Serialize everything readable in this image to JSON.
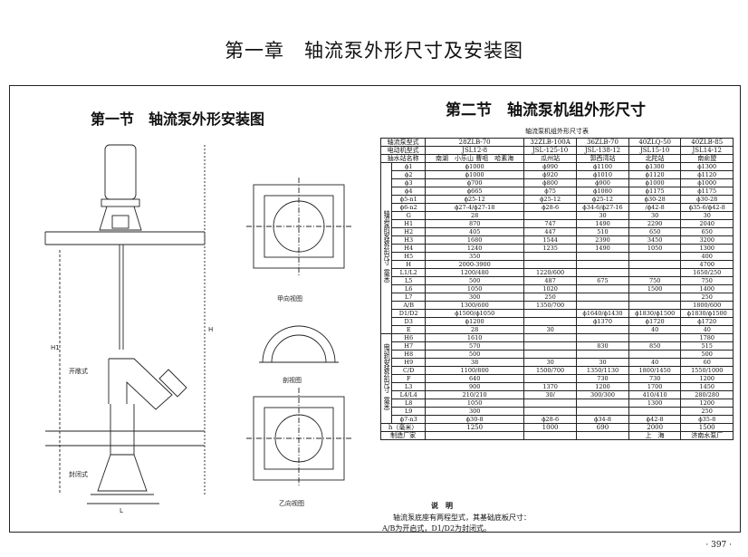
{
  "chapter_title": "第一章　轴流泵外形尺寸及安装图",
  "section1_title": "第一节　轴流泵外形安装图",
  "section2_title": "第二节　轴流泵机组外形尺寸",
  "drawing_labels": {
    "plan_view": "甲向视图",
    "section_view": "剖视图",
    "b_view": "乙向视图",
    "open_type": "开敞式",
    "closed_type": "封闭式",
    "dim_H": "H",
    "dim_H1": "H1",
    "dim_L": "L"
  },
  "table": {
    "caption": "轴流泵机组外形尺寸表",
    "rows_header": [
      [
        "轴流泵型式",
        "28ZLB-70",
        "32ZLB-100A",
        "36ZLB-70",
        "40ZLQ-50",
        "40ZLB-85"
      ],
      [
        "电动机型式",
        "JSL12-8",
        "JSL-125-10",
        "JSL-138-12",
        "JSL15-10",
        "JSL14-12"
      ],
      [
        "抽水站名称",
        "南湖　小乐山\n曹咀　哈素海",
        "瓜州站",
        "郭西湾站",
        "北陀站",
        "南俞盟"
      ]
    ],
    "pump_group_label": "轴流泵的安装外形尺寸（毫米）",
    "pump_rows": [
      [
        "ϕ1",
        "ϕ1000",
        "ϕ990",
        "ϕ1100",
        "ϕ1300",
        "ϕ1300"
      ],
      [
        "ϕ2",
        "ϕ1000",
        "ϕ920",
        "ϕ1010",
        "ϕ1120",
        "ϕ1120"
      ],
      [
        "ϕ3",
        "ϕ700",
        "ϕ800",
        "ϕ900",
        "ϕ1000",
        "ϕ1000"
      ],
      [
        "ϕ4",
        "ϕ665",
        "ϕ75",
        "ϕ1080",
        "ϕ1175",
        "ϕ1175"
      ],
      [
        "ϕ5-n1",
        "ϕ25-12",
        "ϕ25-12",
        "ϕ25-12",
        "ϕ30-28",
        "ϕ30-28"
      ],
      [
        "ϕ6-n2",
        "ϕ27-4/ϕ27-18",
        "ϕ28-6",
        "ϕ34-6/ϕ27-16",
        "/ϕ42-8",
        "ϕ35-6/ϕ42-8"
      ],
      [
        "G",
        "28",
        "",
        "30",
        "30",
        "30"
      ],
      [
        "H1",
        "870",
        "747",
        "1490",
        "2290",
        "2040"
      ],
      [
        "H2",
        "405",
        "447",
        "510",
        "650",
        "650"
      ],
      [
        "H3",
        "1680",
        "1544",
        "2390",
        "3450",
        "3200"
      ],
      [
        "H4",
        "1240",
        "1235",
        "1490",
        "1050",
        "1300"
      ],
      [
        "H5",
        "350",
        "",
        "",
        "",
        "400"
      ],
      [
        "H",
        "2000-3900",
        "",
        "",
        "",
        "4700"
      ],
      [
        "L1/L2",
        "1200/480",
        "1220/600",
        "",
        "",
        "1650/250"
      ],
      [
        "L5",
        "500",
        "487",
        "675",
        "750",
        "750"
      ],
      [
        "L6",
        "1050",
        "1020",
        "",
        "1500",
        "1400"
      ],
      [
        "L7",
        "300",
        "250",
        "",
        "",
        "250"
      ],
      [
        "A/B",
        "1300/600",
        "1350/700",
        "",
        "",
        "1800/600"
      ],
      [
        "D1/D2",
        "ϕ1500/ϕ1050",
        "",
        "ϕ1640/ϕ1430",
        "ϕ1830/ϕ1500",
        "ϕ1830/ϕ1500"
      ],
      [
        "D3",
        "ϕ1200",
        "",
        "ϕ1370",
        "ϕ1720",
        "ϕ1720"
      ],
      [
        "E",
        "28",
        "30",
        "",
        "40",
        "40"
      ]
    ],
    "motor_group_label": "电动机安装外形尺寸（毫米）",
    "motor_rows": [
      [
        "H6",
        "1610",
        "",
        "",
        "",
        "1780"
      ],
      [
        "H7",
        "570",
        "",
        "830",
        "850",
        "515"
      ],
      [
        "H8",
        "500",
        "",
        "",
        "",
        "500"
      ],
      [
        "H9",
        "38",
        "30",
        "30",
        "40",
        "60"
      ],
      [
        "C/D",
        "1100/800",
        "1500/700",
        "1350/1130",
        "1800/1450",
        "1550/1000"
      ],
      [
        "F",
        "640",
        "",
        "730",
        "730",
        "1200"
      ],
      [
        "L3",
        "900",
        "1370",
        "1200",
        "1700",
        "1450"
      ],
      [
        "L4/L4",
        "210/210",
        "30/",
        "300/300",
        "410/410",
        "280/280"
      ],
      [
        "L8",
        "1050",
        "",
        "",
        "1300",
        "1200"
      ],
      [
        "L9",
        "300",
        "",
        "",
        "",
        "250"
      ],
      [
        "ϕ7-n3",
        "ϕ30-8",
        "ϕ28-6",
        "ϕ34-8",
        "ϕ42-8",
        "ϕ35-8"
      ]
    ],
    "footer_rows": [
      [
        "h（毫米）",
        "1250",
        "1000",
        "690",
        "2000",
        "1500"
      ],
      [
        "制造厂家",
        "",
        "",
        "",
        "上　海",
        "济南水泵厂"
      ]
    ]
  },
  "note": {
    "title": "说　明",
    "line1": "轴流泵底座有两程型式，其基础底板尺寸：",
    "line2": "A/B为开启式，D1/D2为封闭式。"
  },
  "page_number": "· 397 ·"
}
